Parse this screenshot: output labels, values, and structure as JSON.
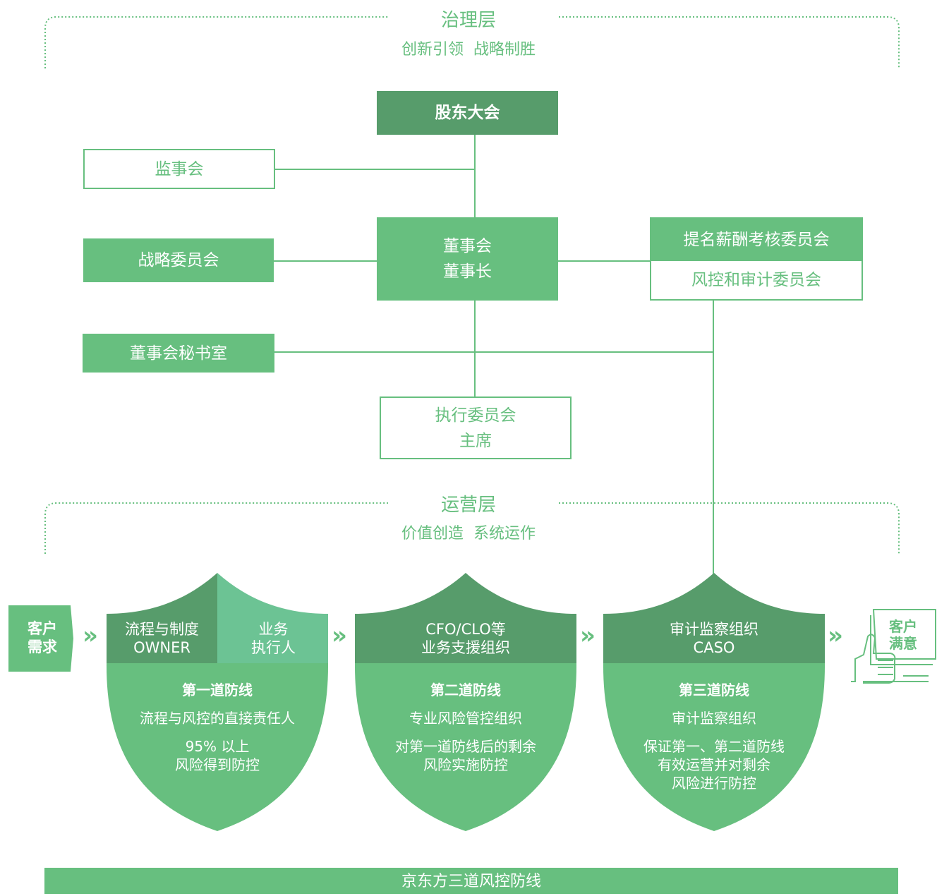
{
  "colors": {
    "accent": "#67bf7f",
    "accent_dark": "#579c6b",
    "accent_light": "#6cc394"
  },
  "governance": {
    "title": "治理层",
    "subtitle": "创新引领  战略制胜"
  },
  "boxes": {
    "shareholders": "股东大会",
    "supervisory_board": "监事会",
    "strategy_committee": "战略委员会",
    "board_line1": "董事会",
    "board_line2": "董事长",
    "nomination_committee": "提名薪酬考核委员会",
    "risk_audit_committee": "风控和审计委员会",
    "board_secretary": "董事会秘书室",
    "exec_line1": "执行委员会",
    "exec_line2": "主席"
  },
  "operations": {
    "title": "运营层",
    "subtitle": "价值创造  系统运作"
  },
  "customer_demand": {
    "line1": "客户",
    "line2": "需求"
  },
  "customer_satisfied": {
    "line1": "客户",
    "line2": "满意"
  },
  "shields": [
    {
      "head_left_line1": "流程与制度",
      "head_left_line2": "OWNER",
      "head_right_line1": "业务",
      "head_right_line2": "执行人",
      "title": "第一道防线",
      "desc1": "流程与风控的直接责任人",
      "desc2_line1": "95% 以上",
      "desc2_line2": "风险得到防控"
    },
    {
      "head_line1": "CFO/CLO等",
      "head_line2": "业务支援组织",
      "title": "第二道防线",
      "desc1": "专业风险管控组织",
      "desc2_line1": "对第一道防线后的剩余",
      "desc2_line2": "风险实施防控"
    },
    {
      "head_line1": "审计监察组织",
      "head_line2": "CASO",
      "title": "第三道防线",
      "desc1": "审计监察组织",
      "desc2_line1": "保证第一、第二道防线",
      "desc2_line2": "有效运营并对剩余",
      "desc2_line3": "风险进行防控"
    }
  ],
  "footer": {
    "label": "京东方三道风控防线"
  },
  "icons": {
    "arrow": "double-chevron-right-icon",
    "hand": "thumbs-up-hand-icon"
  }
}
